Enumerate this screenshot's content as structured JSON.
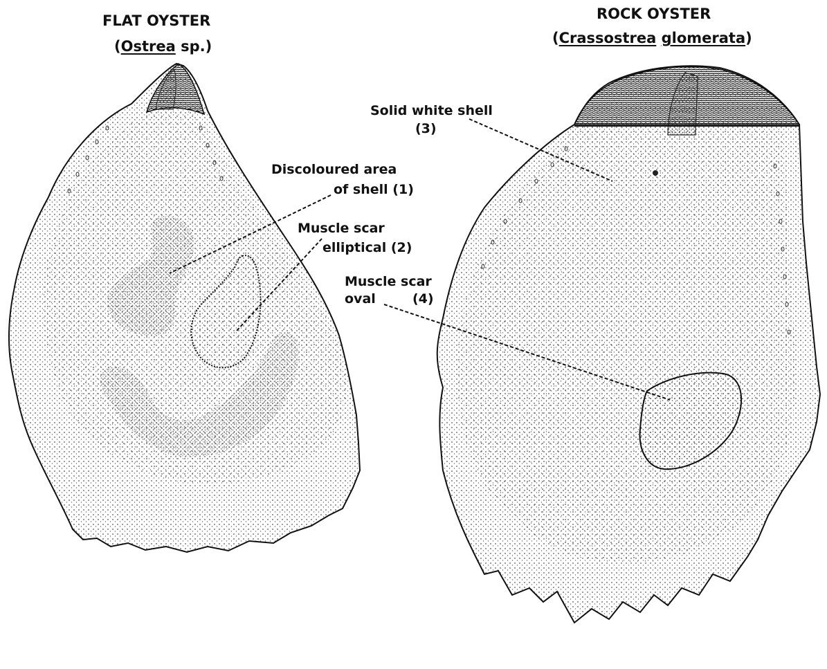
{
  "flat_oyster": {
    "title": "FLAT OYSTER",
    "paren_open": "(",
    "genus": "Ostrea",
    "species": "sp.)"
  },
  "rock_oyster": {
    "title": "ROCK OYSTER",
    "paren_open": "(",
    "genus": "Crassostrea",
    "species": "glomerata",
    "paren_close": ")"
  },
  "labels": {
    "discoloured_line1": "Discoloured area",
    "discoloured_line2": "of shell (1)",
    "scar_elliptical_line1": "Muscle scar",
    "scar_elliptical_line2": "elliptical (2)",
    "solid_white_line1": "Solid white shell",
    "solid_white_line2": "(3)",
    "scar_oval_line1": "Muscle scar",
    "scar_oval_line2a": "oval",
    "scar_oval_line2b": "(4)"
  },
  "colors": {
    "ink": "#111111",
    "stipple": "#555555",
    "background": "#ffffff"
  }
}
